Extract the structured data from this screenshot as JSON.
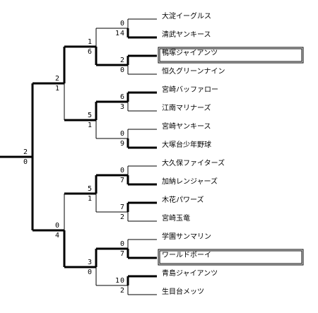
{
  "teams": [
    {
      "id": "t1",
      "name": "大淀イーグルス"
    },
    {
      "id": "t2",
      "name": "清武ヤンキース"
    },
    {
      "id": "t3",
      "name": "鴨塚ジャイアンツ",
      "highlight": true
    },
    {
      "id": "t4",
      "name": "恒久グリーンナイン"
    },
    {
      "id": "t5",
      "name": "宮崎バッファロー"
    },
    {
      "id": "t6",
      "name": "江南マリナーズ"
    },
    {
      "id": "t7",
      "name": "宮崎ヤンキース"
    },
    {
      "id": "t8",
      "name": "大塚台少年野球"
    },
    {
      "id": "t9",
      "name": "大久保ファイターズ"
    },
    {
      "id": "t10",
      "name": "加納レンジャーズ"
    },
    {
      "id": "t11",
      "name": "木花パワーズ"
    },
    {
      "id": "t12",
      "name": "宮崎玉竜"
    },
    {
      "id": "t13",
      "name": "学園サンマリン"
    },
    {
      "id": "t14",
      "name": "ワールドボーイ",
      "highlight": true
    },
    {
      "id": "t15",
      "name": "青島ジャイアンツ"
    },
    {
      "id": "t16",
      "name": "生目台メッツ"
    }
  ],
  "round1": [
    {
      "top_score": "0",
      "bottom_score": "14",
      "winner": "bottom"
    },
    {
      "top_score": "2",
      "bottom_score": "0",
      "winner": "top"
    },
    {
      "top_score": "6",
      "bottom_score": "3",
      "winner": "top"
    },
    {
      "top_score": "0",
      "bottom_score": "9",
      "winner": "bottom"
    },
    {
      "top_score": "0",
      "bottom_score": "7",
      "winner": "bottom"
    },
    {
      "top_score": "7",
      "bottom_score": "2",
      "winner": "top"
    },
    {
      "top_score": "0",
      "bottom_score": "7",
      "winner": "bottom"
    },
    {
      "top_score": "10",
      "bottom_score": "2",
      "winner": "top"
    }
  ],
  "quarterfinals": [
    {
      "top_score": "1",
      "bottom_score": "6",
      "winner": "bottom"
    },
    {
      "top_score": "5",
      "bottom_score": "1",
      "winner": "top"
    },
    {
      "top_score": "5",
      "bottom_score": "1",
      "winner": "top"
    },
    {
      "top_score": "3",
      "bottom_score": "0",
      "winner": "top"
    }
  ],
  "semifinals": [
    {
      "top_score": "2",
      "bottom_score": "1",
      "winner": "top"
    },
    {
      "top_score": "0",
      "bottom_score": "4",
      "winner": "bottom"
    }
  ],
  "final": {
    "top_score": "2",
    "bottom_score": "0"
  }
}
